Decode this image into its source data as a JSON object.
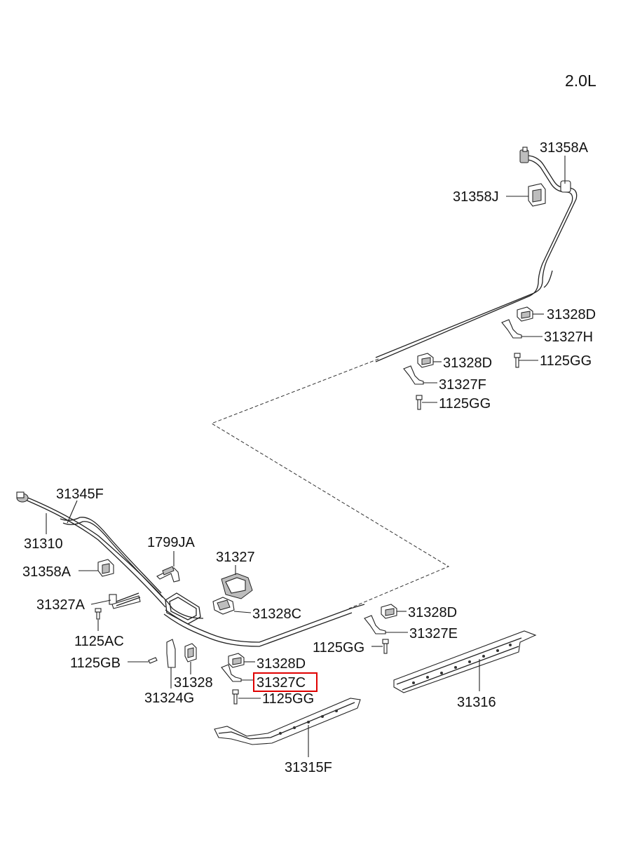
{
  "engine": "2.0L",
  "highlight_color": "#e00000",
  "labels": {
    "l31358A_top": "31358A",
    "l31358J": "31358J",
    "l31328D_a": "31328D",
    "l31327H": "31327H",
    "l1125GG_a": "1125GG",
    "l31328D_b": "31328D",
    "l31327F": "31327F",
    "l1125GG_b": "1125GG",
    "l31345F": "31345F",
    "l31310": "31310",
    "l1799JA": "1799JA",
    "l31358A_left": "31358A",
    "l31327": "31327",
    "l31327A": "31327A",
    "l31328C": "31328C",
    "l1125AC": "1125AC",
    "l31328D_c": "31328D",
    "l31327E": "31327E",
    "l1125GG_c": "1125GG",
    "l1125GB": "1125GB",
    "l31328D_d": "31328D",
    "l31327C": "31327C",
    "l31328": "31328",
    "l31324G": "31324G",
    "l1125GG_d": "1125GG",
    "l31316": "31316",
    "l31315F": "31315F"
  }
}
